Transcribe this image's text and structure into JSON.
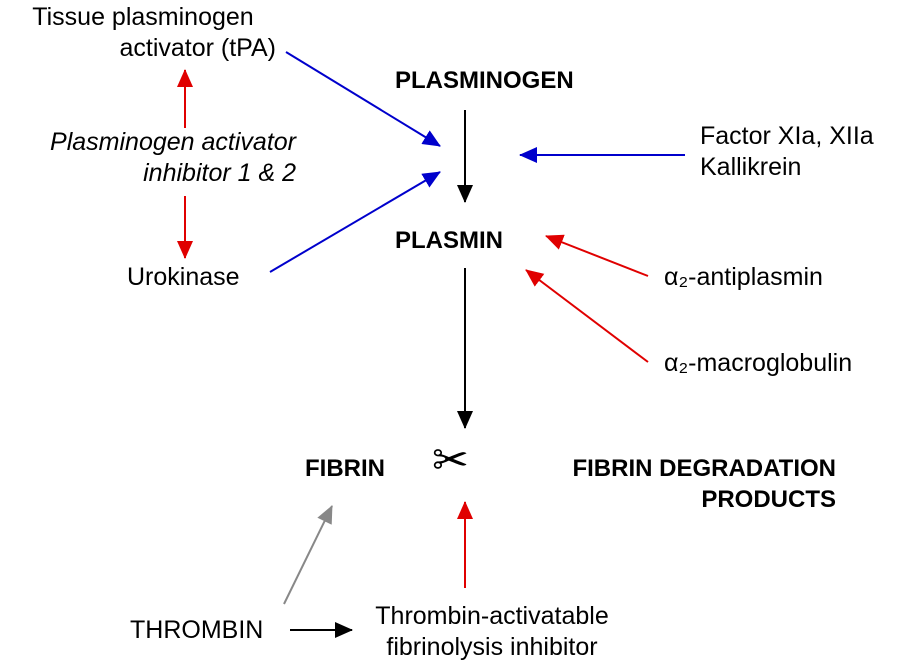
{
  "labels": {
    "tpa": [
      "Tissue plasminogen",
      "activator (tPA)"
    ],
    "pai": [
      "Plasminogen activator",
      "inhibitor 1 & 2"
    ],
    "urokinase": "Urokinase",
    "plasminogen": "PLASMINOGEN",
    "plasmin": "PLASMIN",
    "factors": [
      "Factor XIa, XIIa",
      "Kallikrein"
    ],
    "antiplasmin": "α₂-antiplasmin",
    "macroglobulin": "α₂-macroglobulin",
    "fibrin": "FIBRIN",
    "fdp": [
      "FIBRIN DEGRADATION",
      "PRODUCTS"
    ],
    "thrombin": "THROMBIN",
    "tafi": [
      "Thrombin-activatable",
      "fibrinolysis inhibitor"
    ]
  },
  "colors": {
    "activation": "#0000cc",
    "inhibition": "#e00000",
    "conversion": "#000000",
    "thrombin_link": "#888888"
  },
  "icons": {
    "cleave": "scissors-icon"
  }
}
